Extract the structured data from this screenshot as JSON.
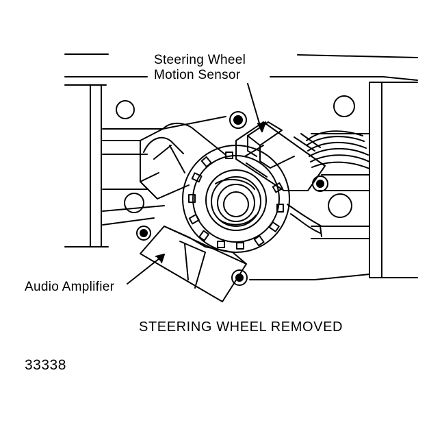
{
  "labels": {
    "sensor_line1": "Steering Wheel",
    "sensor_line2": "Motion Sensor",
    "amplifier": "Audio Amplifier",
    "caption": "STEERING WHEEL REMOVED",
    "figure_number": "33338"
  },
  "colors": {
    "ink": "#000000",
    "paper": "#ffffff"
  }
}
